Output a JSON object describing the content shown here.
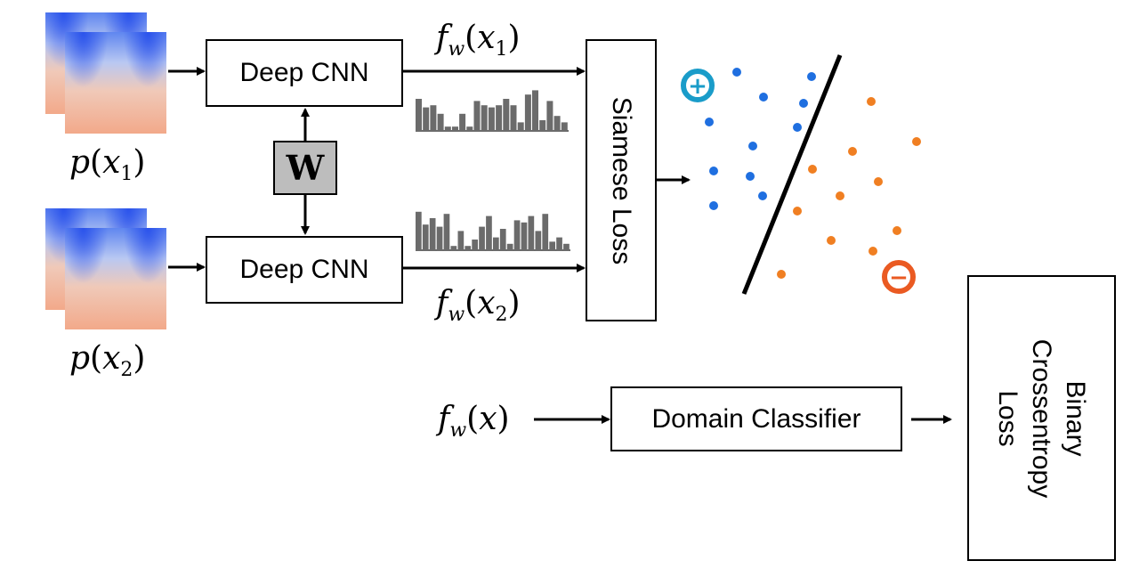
{
  "inputs": {
    "top_label": {
      "fn": "p",
      "var": "x",
      "sub": "1"
    },
    "bottom_label": {
      "fn": "p",
      "var": "x",
      "sub": "2"
    }
  },
  "networks": {
    "top": "Deep CNN",
    "bottom": "Deep CNN",
    "shared_weights": "W"
  },
  "features": {
    "top": {
      "fn": "f",
      "fn_sub": "w",
      "var": "x",
      "sub": "1"
    },
    "bottom": {
      "fn": "f",
      "fn_sub": "w",
      "var": "x",
      "sub": "2"
    },
    "generic": {
      "fn": "f",
      "fn_sub": "w",
      "var": "x"
    }
  },
  "histograms": {
    "top": [
      0.75,
      0.55,
      0.6,
      0.4,
      0.1,
      0.1,
      0.4,
      0.1,
      0.7,
      0.6,
      0.55,
      0.6,
      0.75,
      0.6,
      0.2,
      0.85,
      0.95,
      0.25,
      0.7,
      0.35,
      0.2
    ],
    "bottom": [
      0.9,
      0.6,
      0.75,
      0.55,
      0.85,
      0.1,
      0.45,
      0.1,
      0.25,
      0.55,
      0.8,
      0.3,
      0.5,
      0.15,
      0.7,
      0.65,
      0.8,
      0.45,
      0.85,
      0.2,
      0.3,
      0.15
    ]
  },
  "loss_box": "Siamese Loss",
  "classifier": "Domain Classifier",
  "output_box": [
    "Binary",
    "Crossentropy",
    "Loss"
  ],
  "scatter": {
    "positive_symbol": "+",
    "negative_symbol": "−",
    "colors": {
      "positive": "#1f6fe0",
      "negative": "#f07f22",
      "positive_badge": "#1a9cc9",
      "negative_badge": "#ea5a22"
    },
    "positive": [
      [
        828,
        81
      ],
      [
        858,
        109
      ],
      [
        912,
        86
      ],
      [
        903,
        116
      ],
      [
        797,
        137
      ],
      [
        896,
        143
      ],
      [
        846,
        164
      ],
      [
        802,
        192
      ],
      [
        843,
        198
      ],
      [
        857,
        220
      ],
      [
        802,
        231
      ]
    ],
    "negative": [
      [
        979,
        114
      ],
      [
        1030,
        159
      ],
      [
        958,
        170
      ],
      [
        913,
        190
      ],
      [
        987,
        204
      ],
      [
        944,
        220
      ],
      [
        896,
        237
      ],
      [
        1008,
        259
      ],
      [
        934,
        270
      ],
      [
        981,
        282
      ],
      [
        878,
        308
      ]
    ]
  }
}
